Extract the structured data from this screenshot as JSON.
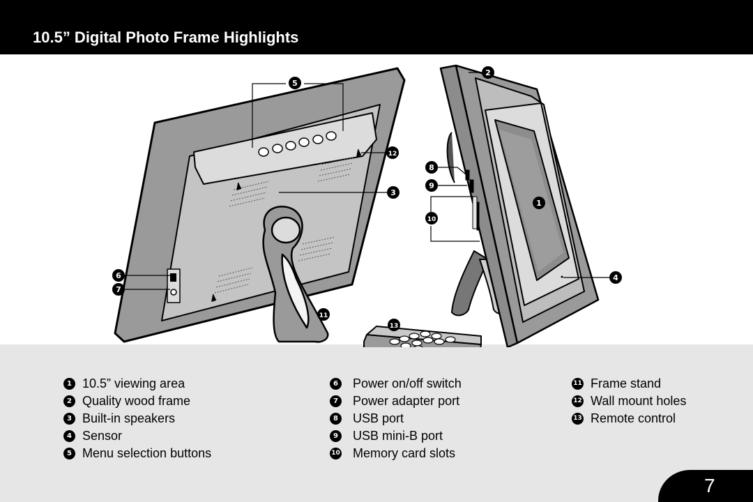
{
  "header": {
    "title": "10.5” Digital Photo Frame Highlights"
  },
  "figure": {
    "callouts": [
      "1",
      "2",
      "3",
      "4",
      "5",
      "6",
      "7",
      "8",
      "9",
      "10",
      "11",
      "12",
      "13"
    ]
  },
  "legend": {
    "columns": [
      [
        {
          "num": "1",
          "label": "10.5” viewing area"
        },
        {
          "num": "2",
          "label": "Quality wood frame"
        },
        {
          "num": "3",
          "label": "Built-in speakers"
        },
        {
          "num": "4",
          "label": "Sensor"
        },
        {
          "num": "5",
          "label": "Menu selection buttons"
        }
      ],
      [
        {
          "num": "6",
          "label": "Power on/off switch"
        },
        {
          "num": "7",
          "label": "Power adapter port"
        },
        {
          "num": "8",
          "label": "USB port"
        },
        {
          "num": "9",
          "label": "USB mini-B port"
        },
        {
          "num": "10",
          "label": "Memory card slots"
        }
      ],
      [
        {
          "num": "11",
          "label": "Frame stand"
        },
        {
          "num": "12",
          "label": "Wall mount holes"
        },
        {
          "num": "13",
          "label": "Remote control"
        }
      ]
    ]
  },
  "footer": {
    "page_number": "7"
  }
}
